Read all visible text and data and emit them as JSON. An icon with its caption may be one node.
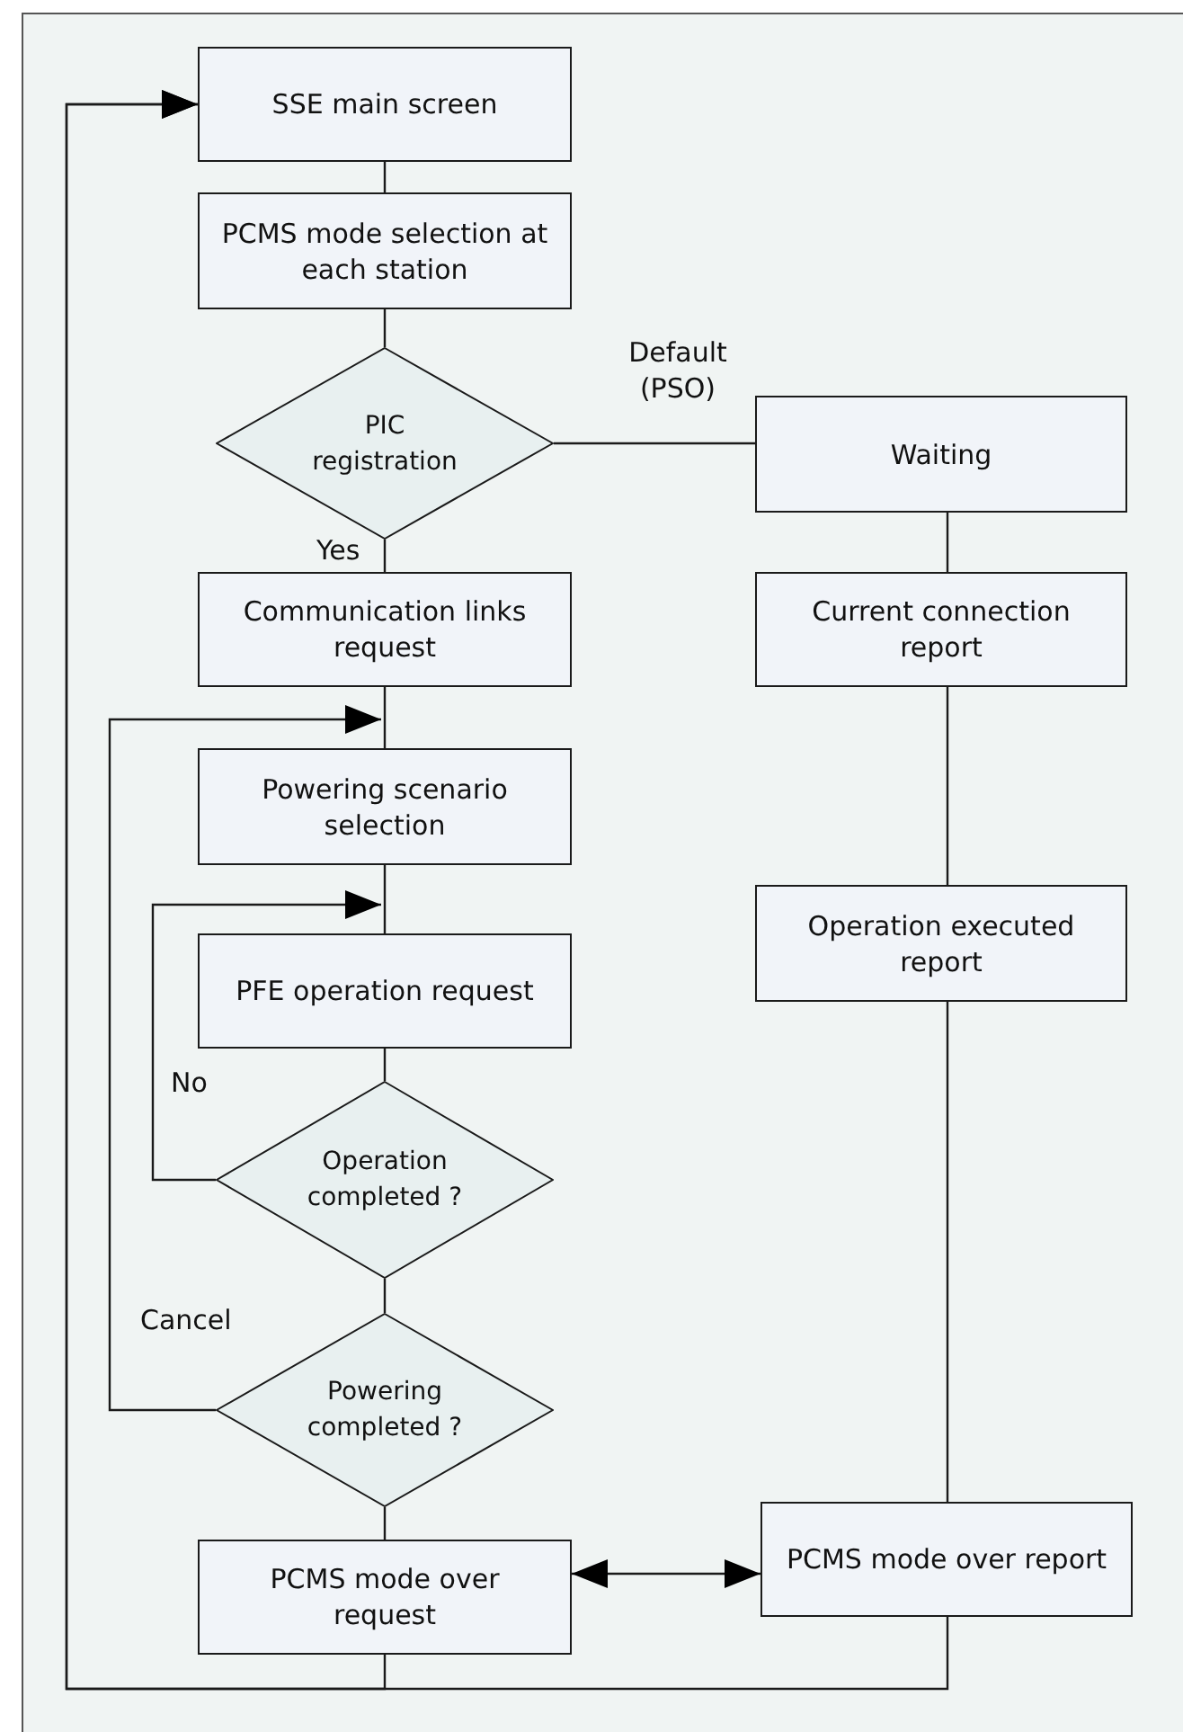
{
  "diagram": {
    "nodes": [
      {
        "text": [
          "SSE main screen"
        ]
      },
      {
        "text": [
          "PCMS mode selection at each station"
        ]
      },
      {
        "text": [
          "PIC registration"
        ]
      },
      {
        "text": [
          "Waiting"
        ]
      },
      {
        "text": [
          "Communication links request"
        ]
      },
      {
        "text": [
          "Current connection report"
        ]
      },
      {
        "text": [
          "Powering scenario selection"
        ]
      },
      {
        "text": [
          "Operation executed report"
        ]
      },
      {
        "text": [
          "PFE operation request"
        ]
      },
      {
        "text": [
          "Operation completed ?"
        ]
      },
      {
        "text": [
          "Powering completed ?"
        ]
      },
      {
        "text": [
          "PCMS mode over request"
        ]
      },
      {
        "text": [
          "PCMS mode over report"
        ]
      }
    ],
    "edges": [
      {
        "from": 0,
        "to": 1,
        "arrow": "none"
      },
      {
        "from": 1,
        "to": 2,
        "arrow": "none"
      },
      {
        "from": 2,
        "to": 3,
        "arrow": "none",
        "label": "Default (PSO)"
      },
      {
        "from": 2,
        "to": 4,
        "arrow": "none",
        "label": "Yes"
      },
      {
        "from": 3,
        "to": 5,
        "arrow": "none"
      },
      {
        "from": 5,
        "to": 7,
        "arrow": "none"
      },
      {
        "from": 7,
        "to": 12,
        "arrow": "none"
      },
      {
        "from": 4,
        "to": 6,
        "arrow": "none"
      },
      {
        "from": 6,
        "to": 8,
        "arrow": "none"
      },
      {
        "from": 8,
        "to": 9,
        "arrow": "none"
      },
      {
        "from": 9,
        "to": 8,
        "arrow": "to",
        "label": "No"
      },
      {
        "from": 9,
        "to": 10,
        "arrow": "none"
      },
      {
        "from": 10,
        "to": 6,
        "arrow": "to",
        "label": "Cancel"
      },
      {
        "from": 10,
        "to": 11,
        "arrow": "none"
      },
      {
        "from": 11,
        "to": 12,
        "arrow": "both"
      },
      {
        "from": 11,
        "to": 0,
        "arrow": "to"
      },
      {
        "from": 12,
        "to": 0,
        "arrow": "to"
      }
    ]
  }
}
